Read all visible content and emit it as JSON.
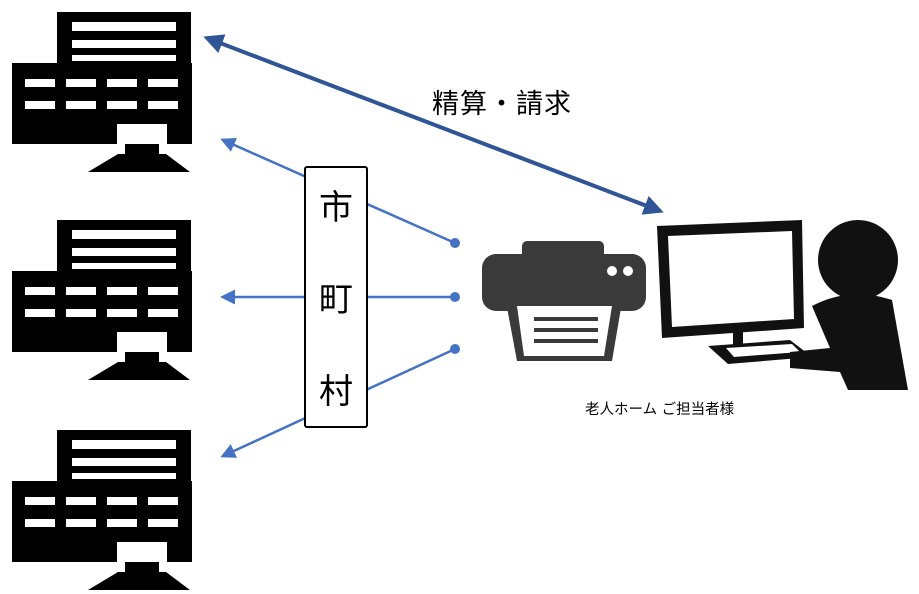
{
  "labels": {
    "settlement": "精算・請求",
    "municipality": [
      "市",
      "町",
      "村"
    ],
    "staff": "老人ホーム ご担当者様"
  },
  "colors": {
    "ink": "#000000",
    "link_dark": "#2f5597",
    "link_light": "#4472c4"
  },
  "icons": [
    "building-icon",
    "building-icon",
    "building-icon",
    "printer-icon",
    "computer-user-icon"
  ]
}
